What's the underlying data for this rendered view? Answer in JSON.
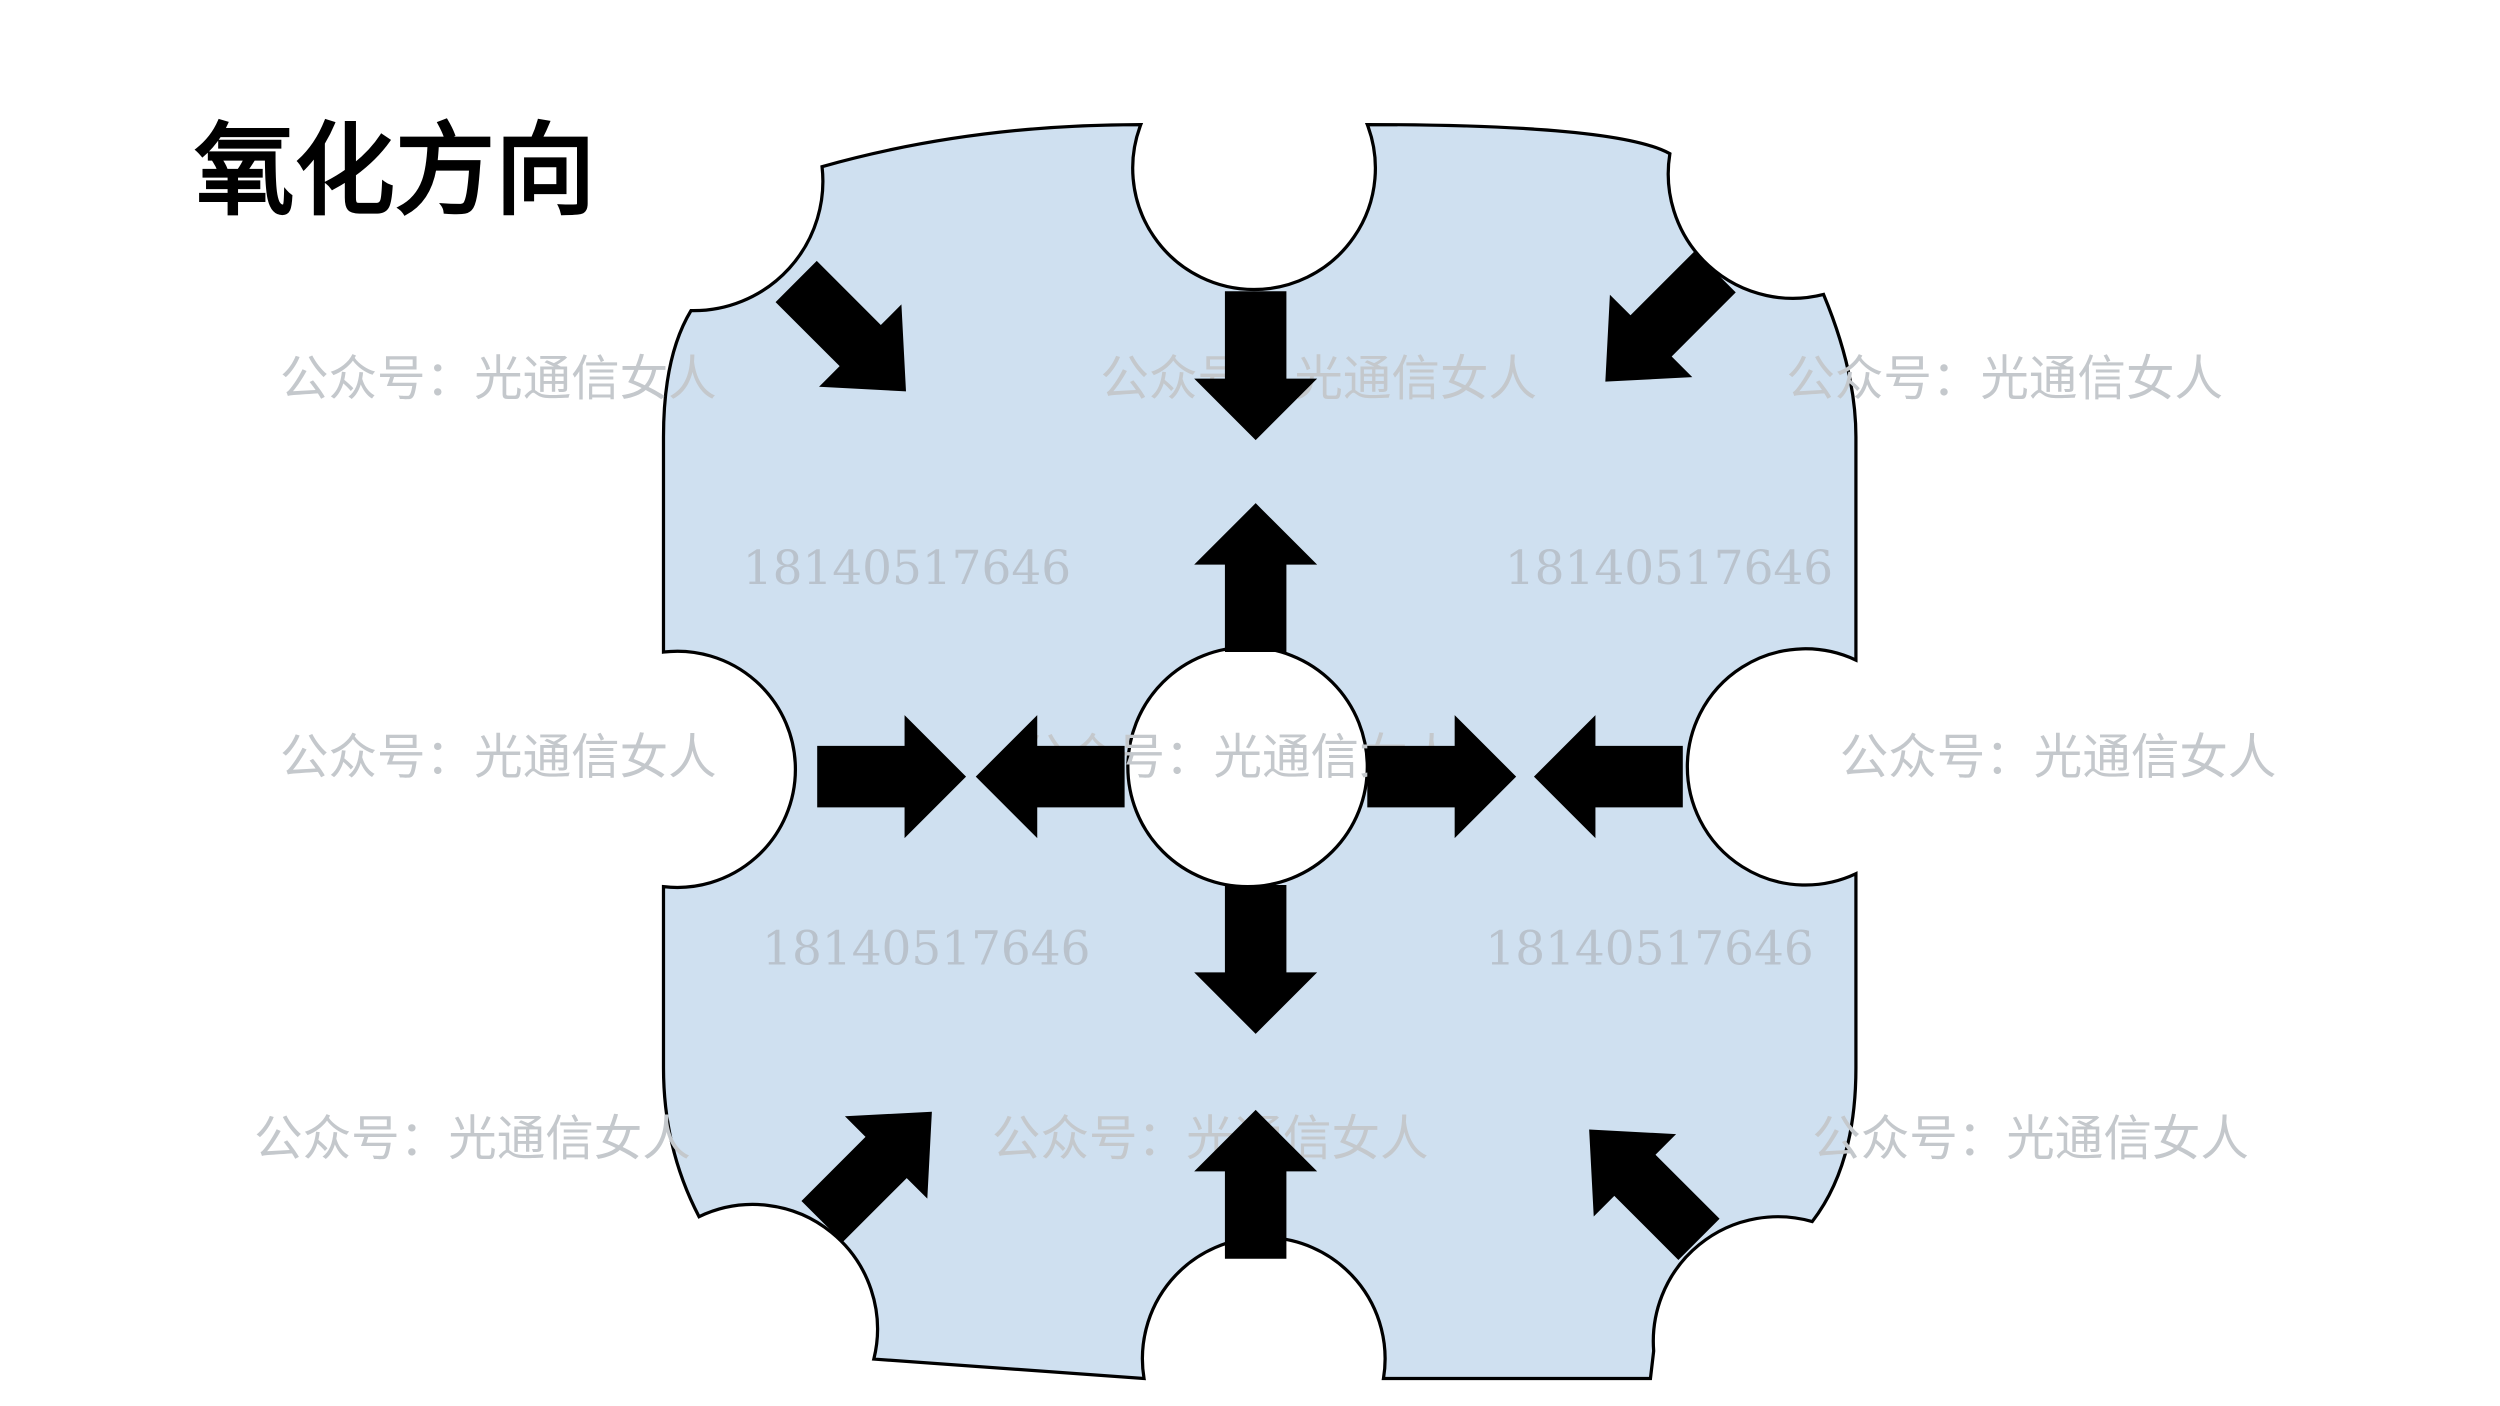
{
  "title": "氧化方向",
  "watermarks": {
    "account": "公众号：光通信女人",
    "phone": "18140517646"
  },
  "colors": {
    "shape_fill": "#cfe0f0",
    "outline": "#000000",
    "arrow": "#000000",
    "watermark": "#c4c8cc"
  }
}
